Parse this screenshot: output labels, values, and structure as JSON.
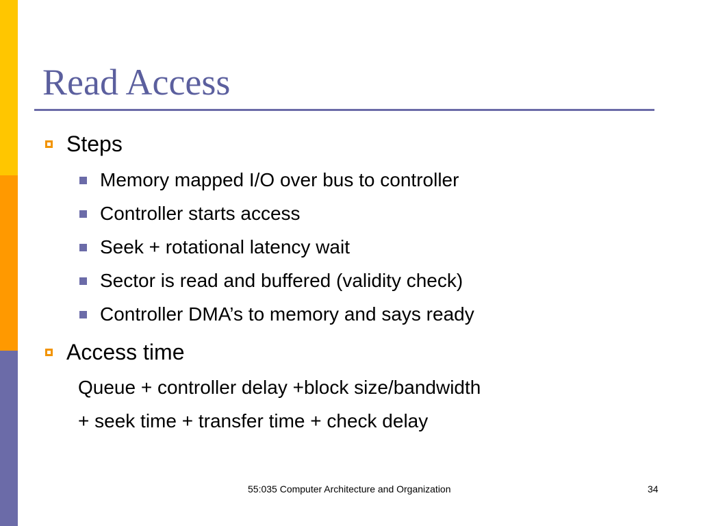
{
  "colors": {
    "stripe_top": "#ffc600",
    "stripe_middle": "#ff9900",
    "stripe_bottom": "#6b6ba8",
    "title": "#5b5f9e",
    "rule": "#6b6ba8",
    "level1_bullet": "#f29400",
    "level2_bullet": "#6b6ba8"
  },
  "slide": {
    "title": "Read Access",
    "bullets": [
      {
        "text": "Steps",
        "sub": [
          "Memory mapped I/O over bus to controller",
          "Controller starts access",
          "Seek + rotational latency wait",
          "Sector is read and buffered (validity check)",
          "Controller DMA’s to memory and says ready"
        ]
      },
      {
        "text": "Access time",
        "lines": [
          "Queue + controller delay +block size/bandwidth",
          "+ seek time + transfer time + check delay"
        ]
      }
    ]
  },
  "footer": {
    "course": "55:035 Computer Architecture and Organization",
    "page_number": "34"
  }
}
